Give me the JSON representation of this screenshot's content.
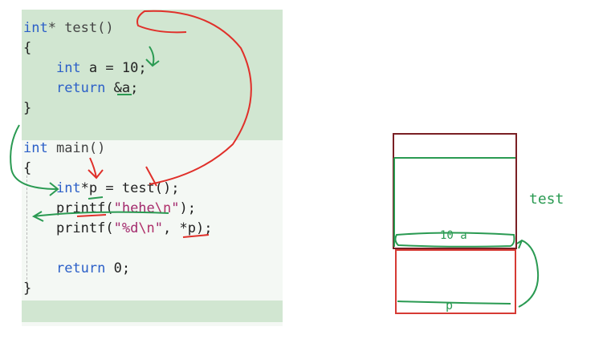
{
  "code": {
    "lines": [
      {
        "id": "l1",
        "tokens": [
          {
            "t": "int",
            "c": "kw"
          },
          {
            "t": "* test()",
            "c": "fn"
          }
        ]
      },
      {
        "id": "l2",
        "tokens": [
          {
            "t": "{",
            "c": ""
          }
        ]
      },
      {
        "id": "l3",
        "tokens": [
          {
            "t": "    ",
            "c": ""
          },
          {
            "t": "int",
            "c": "kw"
          },
          {
            "t": " a = 10;",
            "c": ""
          }
        ]
      },
      {
        "id": "l4",
        "tokens": [
          {
            "t": "    ",
            "c": ""
          },
          {
            "t": "return",
            "c": "kw"
          },
          {
            "t": " &a;",
            "c": ""
          }
        ]
      },
      {
        "id": "l5",
        "tokens": [
          {
            "t": "}",
            "c": ""
          }
        ]
      },
      {
        "id": "l6",
        "tokens": [
          {
            "t": "",
            "c": ""
          }
        ]
      },
      {
        "id": "l7",
        "tokens": [
          {
            "t": "int",
            "c": "kw"
          },
          {
            "t": " main()",
            "c": "fn"
          }
        ]
      },
      {
        "id": "l8",
        "tokens": [
          {
            "t": "{",
            "c": ""
          }
        ]
      },
      {
        "id": "l9",
        "tokens": [
          {
            "t": "    ",
            "c": ""
          },
          {
            "t": "int",
            "c": "kw"
          },
          {
            "t": "*p = test();",
            "c": ""
          }
        ]
      },
      {
        "id": "l10",
        "tokens": [
          {
            "t": "    printf(",
            "c": ""
          },
          {
            "t": "\"hehe",
            "c": "str"
          },
          {
            "t": "\\n",
            "c": "esc"
          },
          {
            "t": "\"",
            "c": "str"
          },
          {
            "t": ");",
            "c": ""
          }
        ]
      },
      {
        "id": "l11",
        "tokens": [
          {
            "t": "    printf(",
            "c": ""
          },
          {
            "t": "\"%d",
            "c": "str"
          },
          {
            "t": "\\n",
            "c": "esc"
          },
          {
            "t": "\"",
            "c": "str"
          },
          {
            "t": ", *p);",
            "c": ""
          }
        ]
      },
      {
        "id": "l12",
        "tokens": [
          {
            "t": "",
            "c": ""
          }
        ]
      },
      {
        "id": "l13",
        "tokens": [
          {
            "t": "    ",
            "c": ""
          },
          {
            "t": "return",
            "c": "kw"
          },
          {
            "t": " 0;",
            "c": ""
          }
        ]
      },
      {
        "id": "l14",
        "tokens": [
          {
            "t": "}",
            "c": ""
          }
        ]
      }
    ]
  },
  "diagram": {
    "frame_label": "test",
    "slot_a_label": "10 a",
    "slot_p_label": "p"
  },
  "colors": {
    "ink_red": "#e0302a",
    "ink_green": "#2a9a52",
    "frame_dark": "#7a1f24",
    "frame_red": "#d63a34"
  }
}
